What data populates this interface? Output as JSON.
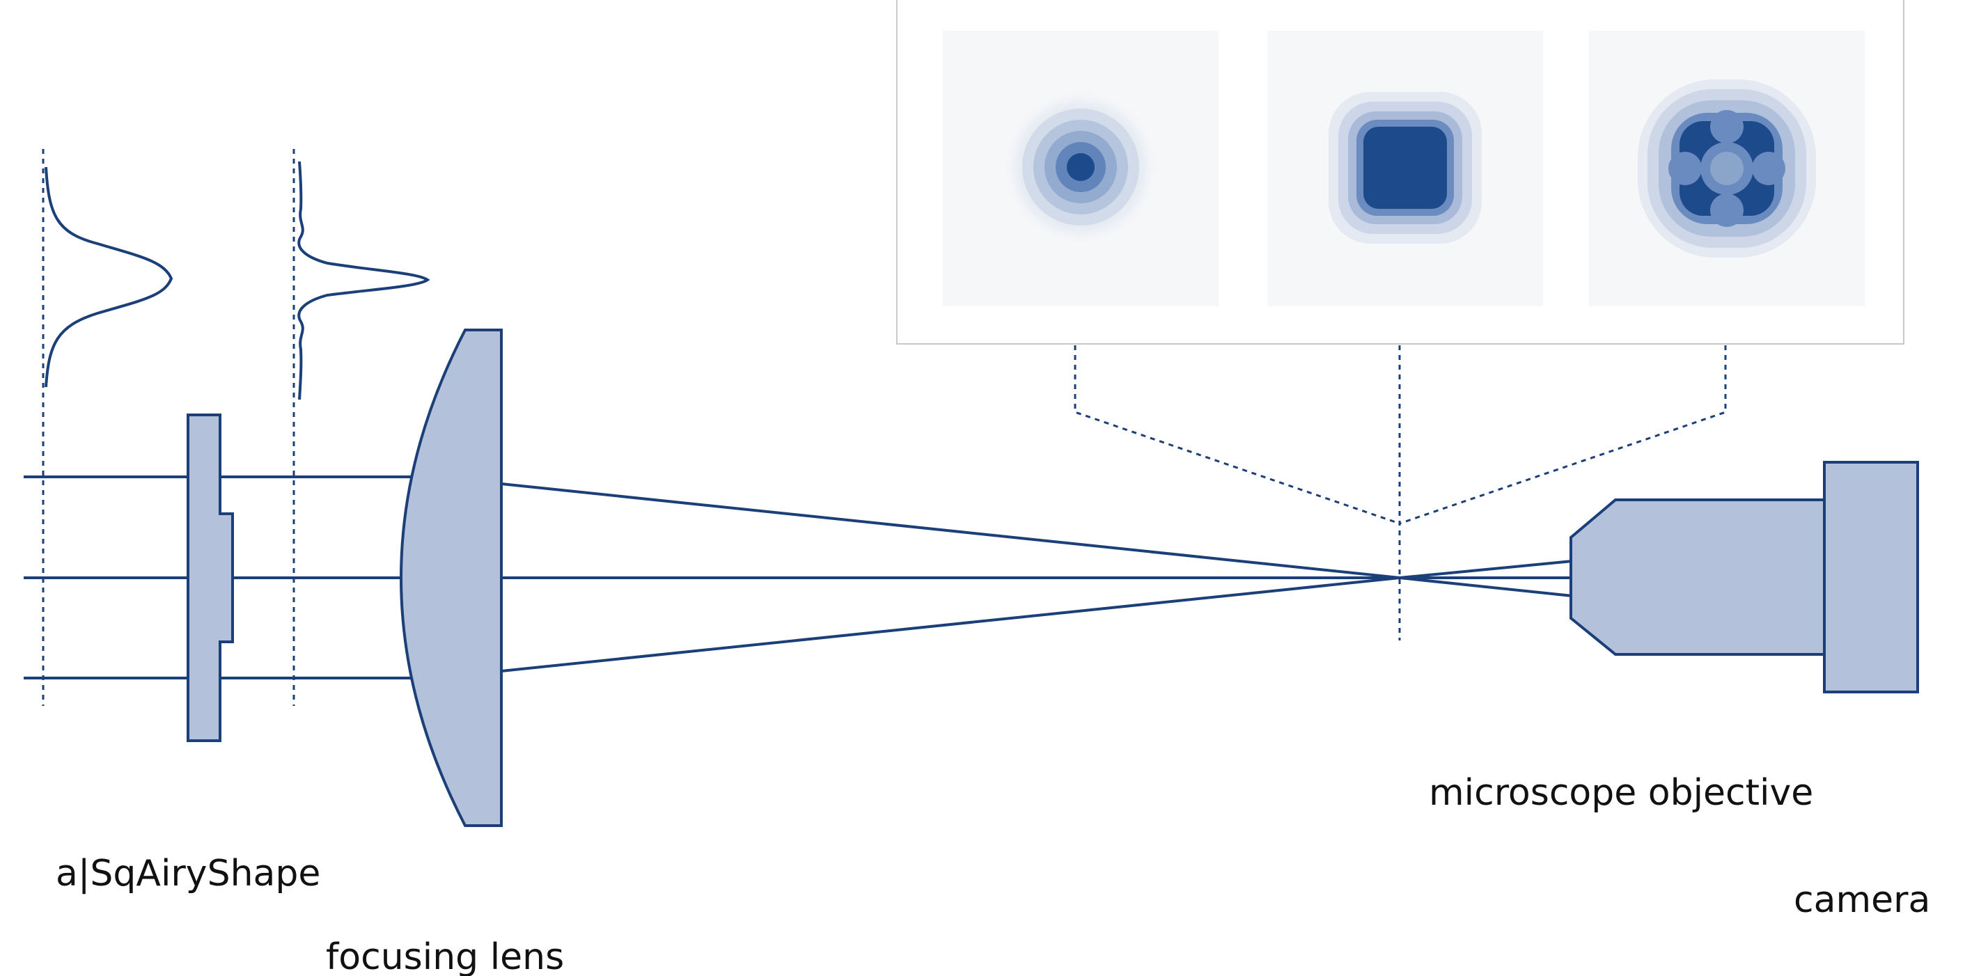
{
  "labels": {
    "phase_plate": "a|SqAiryShape",
    "focusing_lens": "focusing lens",
    "microscope_objective": "microscope objective",
    "camera": "camera"
  },
  "inset": {
    "panels": [
      {
        "name": "gaussian-spot"
      },
      {
        "name": "square-spot"
      },
      {
        "name": "four-lobe-spot"
      }
    ]
  },
  "colors": {
    "line": "#1b3f78",
    "fill": "#b3c1da",
    "spot_dark": "#1d4a8a",
    "panel_bg": "#f6f7f9",
    "inset_border": "#c8c8c8"
  }
}
